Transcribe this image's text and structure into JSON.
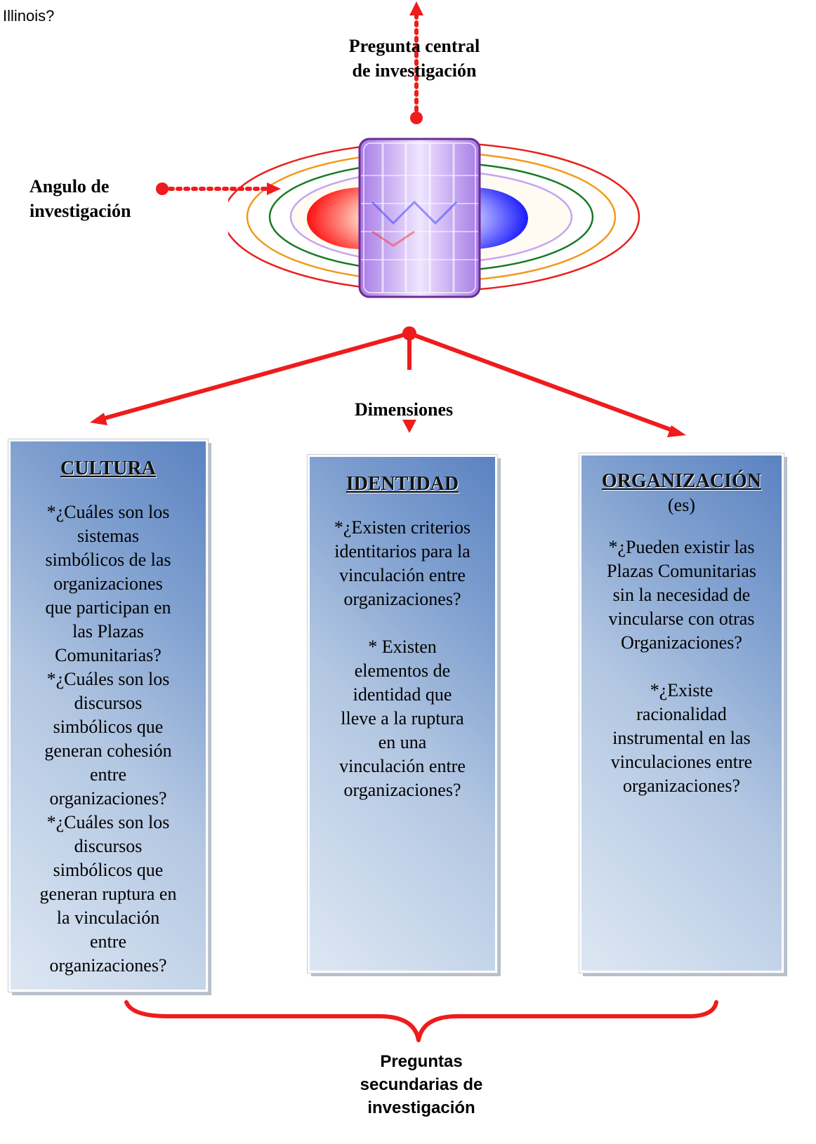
{
  "top_fragment": "Illinois?",
  "central_question": {
    "line1": "Pregunta central",
    "line2": "de investigación"
  },
  "angle": {
    "line1": "Angulo de",
    "line2": "investigación"
  },
  "dimensions_label": "Dimensiones",
  "boxes": {
    "cultura": {
      "title": "CULTURA",
      "text": "*¿Cuáles son los\nsistemas\nsimbólicos de las\norganizaciones\nque participan en\nlas Plazas\nComunitarias?\n*¿Cuáles son los\ndiscursos\nsimbólicos que\ngeneran cohesión\nentre\norganizaciones?\n*¿Cuáles son los\ndiscursos\nsimbólicos que\ngeneran ruptura en\nla vinculación\nentre\norganizaciones?"
    },
    "identidad": {
      "title": "IDENTIDAD",
      "text": "*¿Existen criterios\nidentitarios para la\nvinculación entre\norganizaciones?\n\n* Existen\nelementos de\nidentidad que\nlleve a la ruptura\nen una\nvinculación entre\norganizaciones?"
    },
    "organizacion": {
      "title": "ORGANIZACIÓN",
      "subtitle": "(es)",
      "text": "*¿Pueden existir las\nPlazas Comunitarias\nsin la necesidad de\nvincularse con otras\nOrganizaciones?\n\n*¿Existe\nracionalidad\ninstrumental en las\nvinculaciones entre\norganizaciones?"
    }
  },
  "secondary": {
    "line1": "Preguntas",
    "line2": "secundarias de",
    "line3": "investigación"
  },
  "colors": {
    "arrow_red": "#ee1c1c",
    "ring_red": "#e8201b",
    "ring_orange": "#f29a1a",
    "ring_green": "#1a7a25",
    "ring_violet": "#c9a3ef",
    "core_red": "#ff1010",
    "core_blue": "#1a1aff",
    "core_violet": "#9a6ee0",
    "box_gradient_dark": "#5b82c1",
    "box_gradient_light": "#dde7f3"
  }
}
